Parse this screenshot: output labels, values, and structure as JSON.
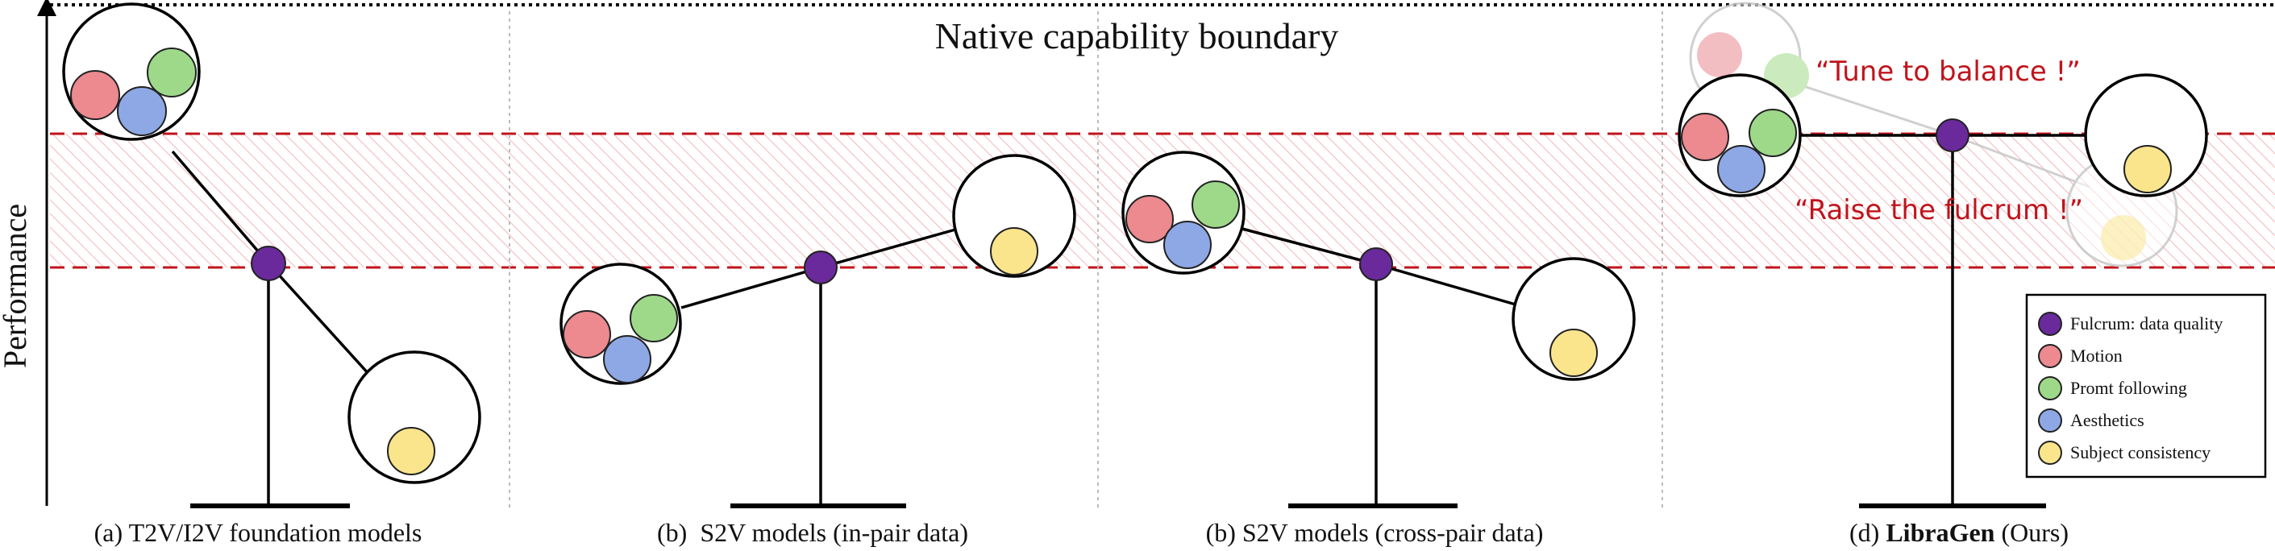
{
  "y_axis_label": "Performance",
  "boundary_label": "Native capability boundary",
  "panels": [
    {
      "caption": "(a) T2V/I2V foundation models"
    },
    {
      "caption": "(b)  S2V models (in-pair data)"
    },
    {
      "caption": "(b) S2V models (cross-pair data)"
    },
    {
      "caption_prefix": "(d) ",
      "caption_bold": "LibraGen",
      "caption_suffix": " (Ours)"
    }
  ],
  "annotations": {
    "tune": "“Tune to balance !”",
    "raise": "“Raise the fulcrum !”"
  },
  "legend": [
    {
      "label": "Fulcrum: data quality",
      "color": "#6a2a9c"
    },
    {
      "label": "Motion",
      "color": "#ec8a90"
    },
    {
      "label": "Promt following",
      "color": "#9ed98a"
    },
    {
      "label": "Aesthetics",
      "color": "#8ea8e6"
    },
    {
      "label": "Subject consistency",
      "color": "#fbe58c"
    }
  ],
  "colors": {
    "fulcrum": "#6a2a9c",
    "motion": "#ec8a90",
    "prompt": "#9ed98a",
    "aesthetics": "#8ea8e6",
    "subject": "#fbe58c",
    "boundary_red": "#c0141c"
  }
}
